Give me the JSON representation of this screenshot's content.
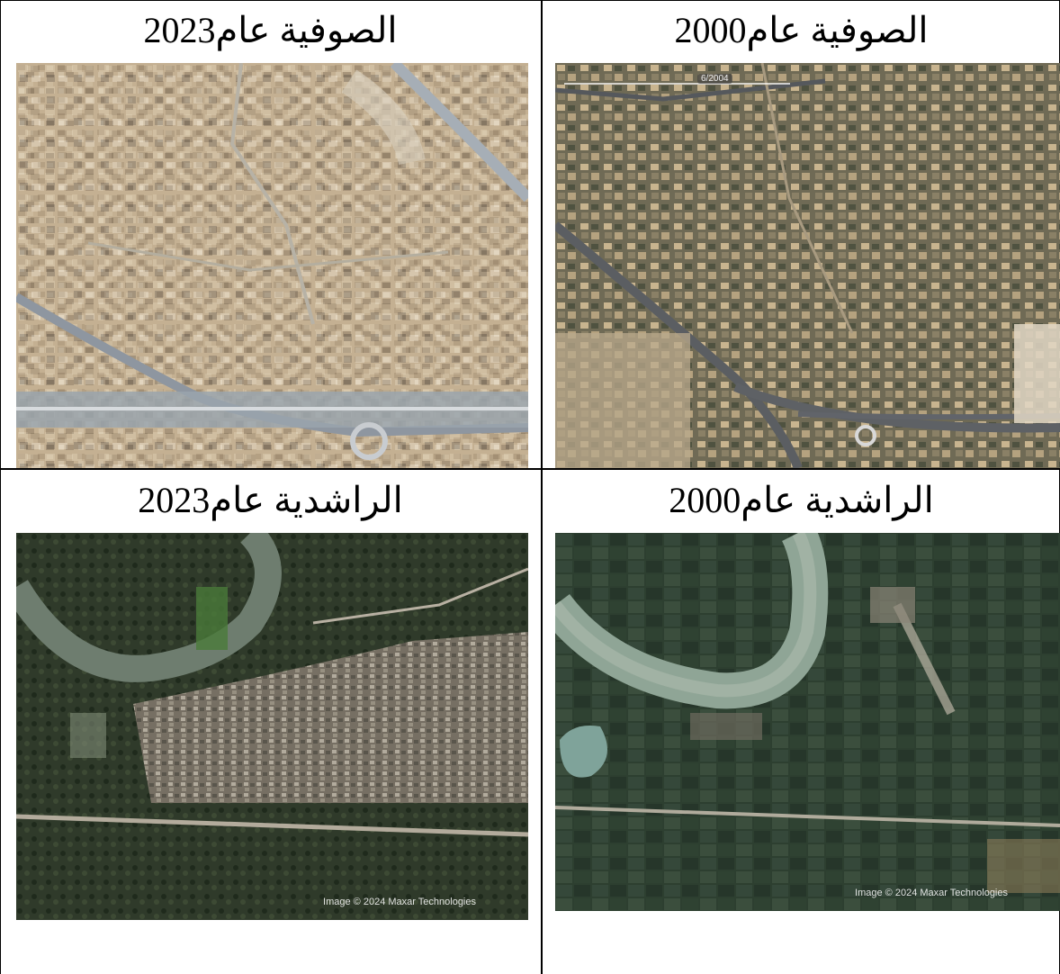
{
  "panels": {
    "sufiya_2023": {
      "title": "الصوفية عام2023"
    },
    "sufiya_2000": {
      "title": "الصوفية عام2000",
      "date_overlay": "6/2004"
    },
    "rashidiya_2023": {
      "title": "الراشدية عام2023",
      "credit": "Image © 2024 Maxar Technologies"
    },
    "rashidiya_2000": {
      "title": "الراشدية عام2000",
      "credit": "Image © 2024 Maxar Technologies"
    }
  }
}
